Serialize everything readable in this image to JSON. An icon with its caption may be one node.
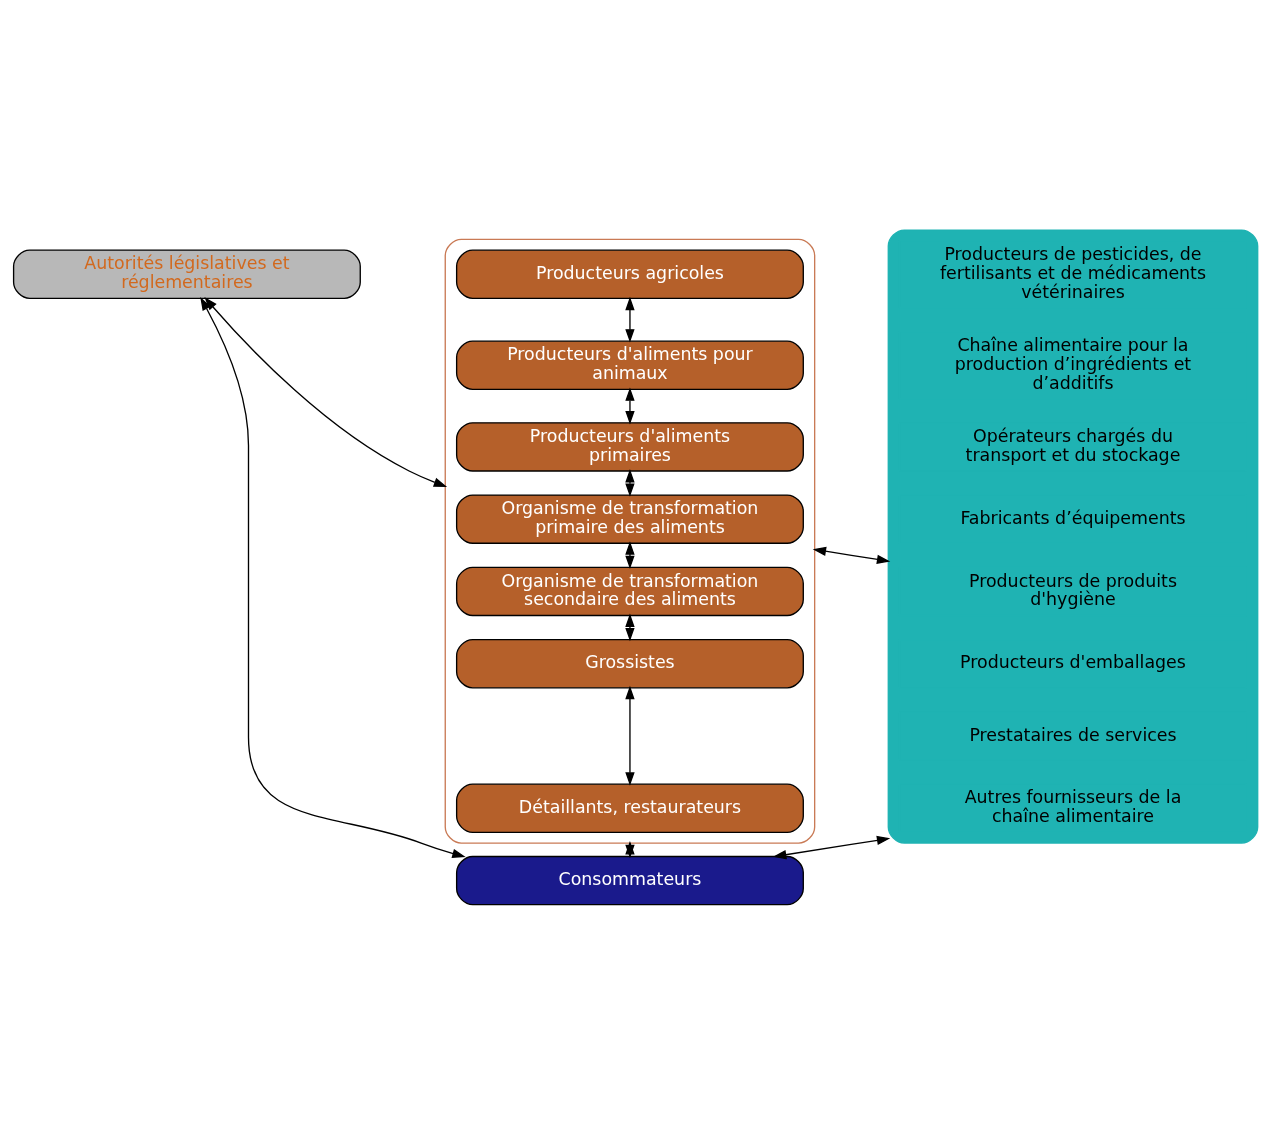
{
  "diagram": {
    "nodes": [
      {
        "text": [
          "Autorités législatives et réglementaires"
        ]
      },
      {
        "text": [],
        "shape": "box"
      },
      {
        "text": [
          "Producteurs agricoles"
        ],
        "in": 1
      },
      {
        "text": [
          "Producteurs d'aliments pour animaux"
        ],
        "in": 1
      },
      {
        "text": [
          "Producteurs d'aliments primaires"
        ],
        "in": 1
      },
      {
        "text": [
          "Organisme de transformation primaire des aliments"
        ],
        "in": 1
      },
      {
        "text": [
          "Organisme de transformation secondaire des aliments"
        ],
        "in": 1
      },
      {
        "text": [
          "Grossistes"
        ],
        "in": 1
      },
      {
        "text": [
          "Détaillants, restaurateurs"
        ],
        "in": 1
      },
      {
        "text": [],
        "shape": "box"
      },
      {
        "text": [
          "Producteurs de pesticides, de fertilisants et de médicaments vétérinaires"
        ],
        "in": 9
      },
      {
        "text": [
          "Chaîne alimentaire pour la production d’ingrédients et d’additifs"
        ],
        "in": 9
      },
      {
        "text": [
          "Opérateurs chargés du transport et du stockage"
        ],
        "in": 9
      },
      {
        "text": [
          "Fabricants d’équipements"
        ],
        "in": 9
      },
      {
        "text": [
          "Producteurs de produits d'hygiène"
        ],
        "in": 9
      },
      {
        "text": [
          "Producteurs d'emballages"
        ],
        "in": 9
      },
      {
        "text": [
          "Prestataires de services"
        ],
        "in": 9
      },
      {
        "text": [
          "Autres fournisseurs de la chaîne alimentaire"
        ],
        "in": 9
      },
      {
        "text": [
          "Consommateurs"
        ]
      }
    ],
    "edges": [
      {
        "from": 2,
        "to": 3,
        "arrow": "both"
      },
      {
        "from": 3,
        "to": 4,
        "arrow": "both"
      },
      {
        "from": 4,
        "to": 5,
        "arrow": "both"
      },
      {
        "from": 5,
        "to": 6,
        "arrow": "both"
      },
      {
        "from": 6,
        "to": 7,
        "arrow": "both"
      },
      {
        "from": 7,
        "to": 8,
        "arrow": "both"
      },
      {
        "from": 0,
        "to": 1,
        "arrow": "both"
      },
      {
        "from": 1,
        "to": 9,
        "arrow": "both"
      },
      {
        "from": 0,
        "to": 18,
        "arrow": "both"
      },
      {
        "from": 1,
        "to": 18,
        "arrow": "both"
      },
      {
        "from": 9,
        "to": 18,
        "arrow": "both"
      }
    ]
  }
}
